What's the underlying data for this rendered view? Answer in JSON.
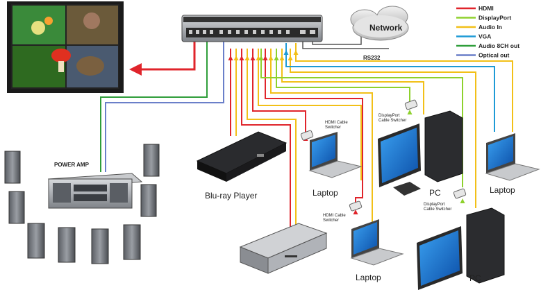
{
  "legend": {
    "items": [
      {
        "label": "HDMI",
        "color": "#e0242b"
      },
      {
        "label": "DisplayPort",
        "color": "#8ed12d"
      },
      {
        "label": "Audio In",
        "color": "#f2c018"
      },
      {
        "label": "VGA",
        "color": "#1e9ad6"
      },
      {
        "label": "Audio 8CH out",
        "color": "#2f9e3a"
      },
      {
        "label": "Optical out",
        "color": "#6a7fc9"
      }
    ]
  },
  "labels": {
    "network": "Network",
    "rs232": "RS232",
    "power_amp": "POWER AMP",
    "bluray": "Blu-ray Player",
    "laptop_top": "Laptop",
    "laptop_right": "Laptop",
    "laptop_bottom": "Laptop",
    "pc_middle": "PC",
    "pc_bottom": "PC",
    "hdmi_switcher_top": [
      "HDMI Cable",
      "Switcher"
    ],
    "hdmi_switcher_bottom": [
      "HDMI Cable",
      "Switcher"
    ],
    "dp_switcher_top": [
      "DisplayPort",
      "Cable Switcher"
    ],
    "dp_switcher_bottom": [
      "DisplayPort",
      "Cable Switcher"
    ]
  },
  "colors": {
    "hdmi": "#e0242b",
    "displayport": "#8ed12d",
    "audio_in": "#f2c018",
    "vga": "#1e9ad6",
    "audio_8ch": "#2f9e3a",
    "optical": "#6a7fc9"
  }
}
